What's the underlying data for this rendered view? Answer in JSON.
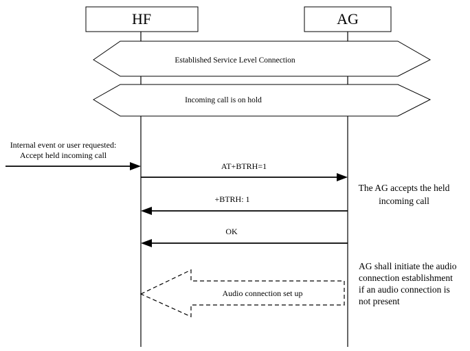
{
  "lifelines": {
    "hf": {
      "label": "HF"
    },
    "ag": {
      "label": "AG"
    }
  },
  "banners": {
    "slc": "Established Service Level Connection",
    "hold": "Incoming call is on hold"
  },
  "trigger": {
    "line1": "Internal event or user requested:",
    "line2": "Accept  held  incoming call"
  },
  "messages": {
    "btrh_cmd": "AT+BTRH=1",
    "btrh_resp": "+BTRH: 1",
    "ok": "OK",
    "audio": "Audio connection set up"
  },
  "notes": {
    "accept": {
      "line1": "The AG accepts the held",
      "line2": "incoming call"
    },
    "audio": {
      "line1": "AG shall initiate the audio",
      "line2": "connection establishment",
      "line3": "if an audio connection is",
      "line4": "not present"
    }
  }
}
